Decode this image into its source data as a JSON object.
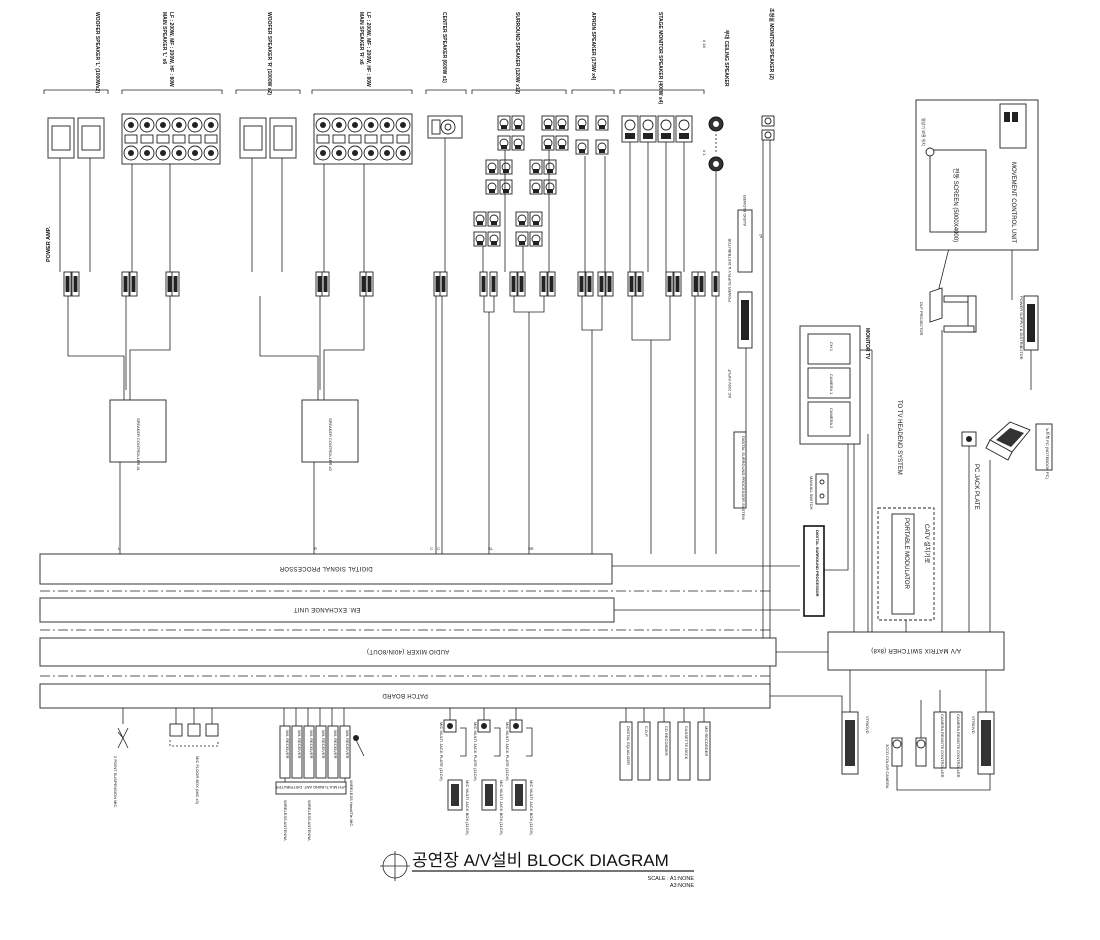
{
  "speakers": {
    "woofer_l": "WOOFER SPEAKER 'L' (1000Wx2)",
    "main_l": "MAIN SPEAKER 'L' x6",
    "main_l_spec": "LF : 200W, MF : 200W, HF : 80W",
    "woofer_r": "WOOFER SPEAKER 'R' (1000W x2)",
    "main_r": "MAIN SPEAKER 'R' x6",
    "main_r_spec": "LF : 200W, MF : 200W, HF : 80W",
    "center": "CENTER SPEAKER (600W x1)",
    "surround": "SURROUND SPEAKER (120W x12)",
    "apron": "APRON SPEAKER (175W x4)",
    "stage_monitor": "STAGE MONITOR SPEAKER (400W x4)",
    "ceiling": "무대 CEILING SPEAKER",
    "monitor_sp": "조정실 MONITOR SPEAKER (2)",
    "ceiling_n1": "# 1",
    "ceiling_n16": "# 16"
  },
  "equipment": {
    "power_amp": "POWER AMP.",
    "controller_1": "SPEAKER CONTROLLER #1",
    "controller_2": "SPEAKER CONTROLLER #2",
    "audio_blower": "AUDIO BLOWER",
    "audio_blower_qty": "x2",
    "power_supply": "POWER SUPPLY & DISTRIBUTOR",
    "ac_input": "AC 220V INPUT",
    "monitor_tv": "MONITOR TV",
    "tv_headend": "TO TV HEADEND SYSTEM",
    "portable_modulator": "PORTABLE MODULATOR",
    "catv": "CATV 설치기로",
    "dlp_projector": "DLP PROJECTOR",
    "screen_kr": "영상기 보관 위치",
    "screen": "전동 SCREEN (5000X4000)",
    "movement_unit": "MOVEMENT CONTROL UNIT",
    "power_supply_right": "POWER SUPPLY & DISTRIBUTOR",
    "pc_jack": "PC JACK PLATE",
    "notebook": "노트북 PC (NOTEBOOK PC)",
    "manual_switch": "MANUAL SWITCH",
    "surround_processor": "DIGITAL SURROUND PROCESSOR",
    "dsp_note": "DIGITAL SURROUND PROCESSOR SYSTEM",
    "v_dvd": "VTR/DVD",
    "ccd_camera": "3CCD COLOR CAMERA",
    "camera_controller": "CAMERA REMOTE CONTROLLER",
    "camera_controller_2": "CAMERA REMOTE CONTROLLER",
    "mon_ch1": "CH 1",
    "mon_ch2": "CAMERA 1",
    "mon_ch3": "CAMERA 2"
  },
  "buses": {
    "dsp": "DIGITAL SIGNAL PROCESSOR",
    "em": "EM. EXCHANGE UNIT",
    "mixer": "AUDIO MIXER (40IN/8OUT)",
    "matrix": "A/V MATRIX SWITCHER (8x8)",
    "patch": "PATCH BOARD"
  },
  "sources": {
    "suspension_mic": "2 POINT SUSPENSION MIC.",
    "floor_box": "MIC FLOOR BOX (MIC x3)",
    "wireless_receiver": "W/L RECEIVER",
    "ufh_distributor": "UFH MULTI-BAND ANT. DISTRIBUTER",
    "wireless_antenna": "WIRELESS ANTENNA",
    "wireless_mic": "WIRELESS Hand/Tie MIC.",
    "jack_plate": "MIC MULTI JACK PLATE (11CH)",
    "jack_box": "MIC MULTI JACK BOX (11CH)",
    "digital_eq": "DIGITAL EQUALIZER",
    "cdp": "C.D.P",
    "cd_recorder": "CD RECORDER",
    "cassette": "CASSETTE DECK",
    "md_recorder": "MD RECORDER"
  },
  "ch_labels": {
    "l": "L",
    "r": "R",
    "c": "C",
    "sl": "SL",
    "sr": "SR"
  },
  "title": {
    "main": "공연장 A/V설비 BLOCK DIAGRAM",
    "scale_a1": "SCALE : A1:NONE",
    "scale_a3": "A3:NONE"
  }
}
